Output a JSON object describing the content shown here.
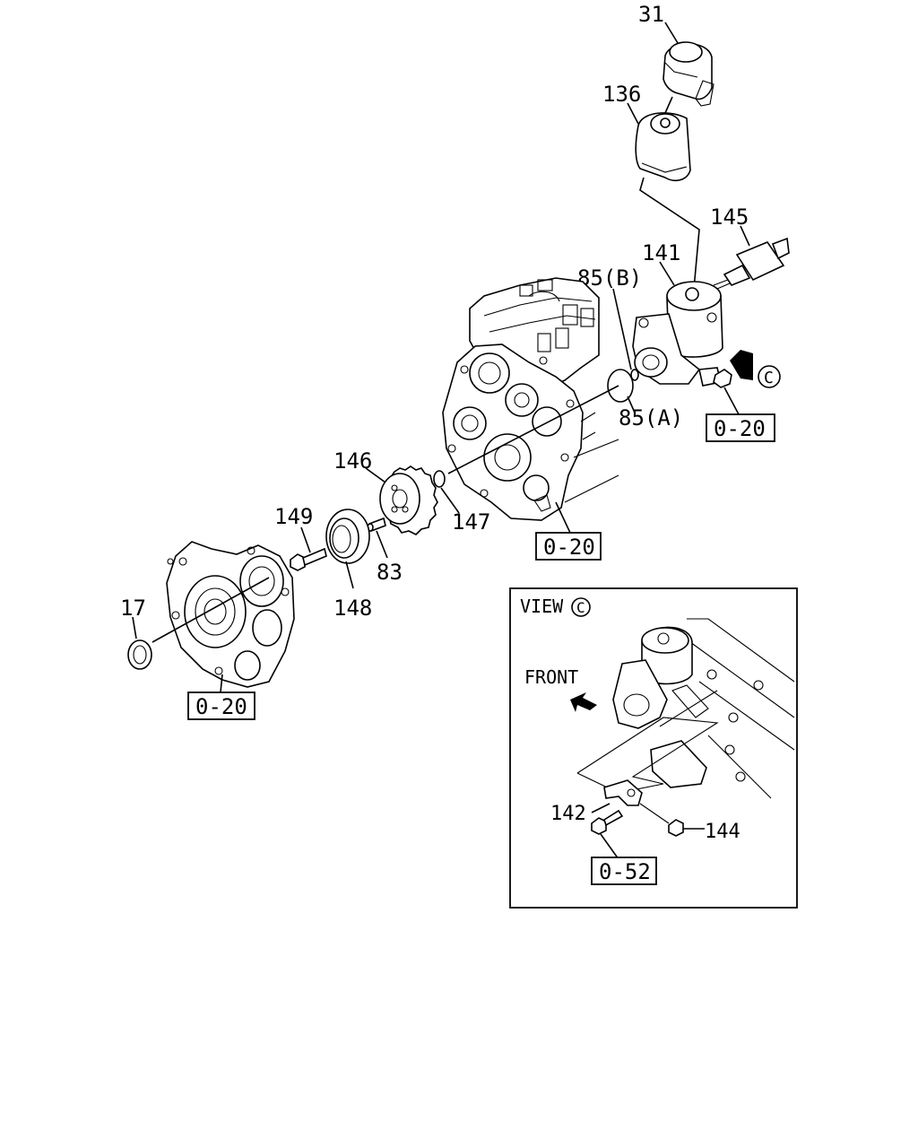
{
  "part_labels": {
    "p31": "31",
    "p136": "136",
    "p145": "145",
    "p141": "141",
    "p85b": "85(B)",
    "p85a": "85(A)",
    "p146": "146",
    "p147": "147",
    "p149": "149",
    "p83": "83",
    "p148": "148",
    "p17": "17"
  },
  "ref_boxes": {
    "r_pump": "0-20",
    "r_block": "0-20",
    "r_cover": "0-20",
    "r_view": "0-52"
  },
  "view_c": {
    "title": "VIEW",
    "title_symbol": "C",
    "front_label": "FRONT",
    "p142": "142",
    "p144": "144"
  },
  "view_marker_symbol": "C"
}
